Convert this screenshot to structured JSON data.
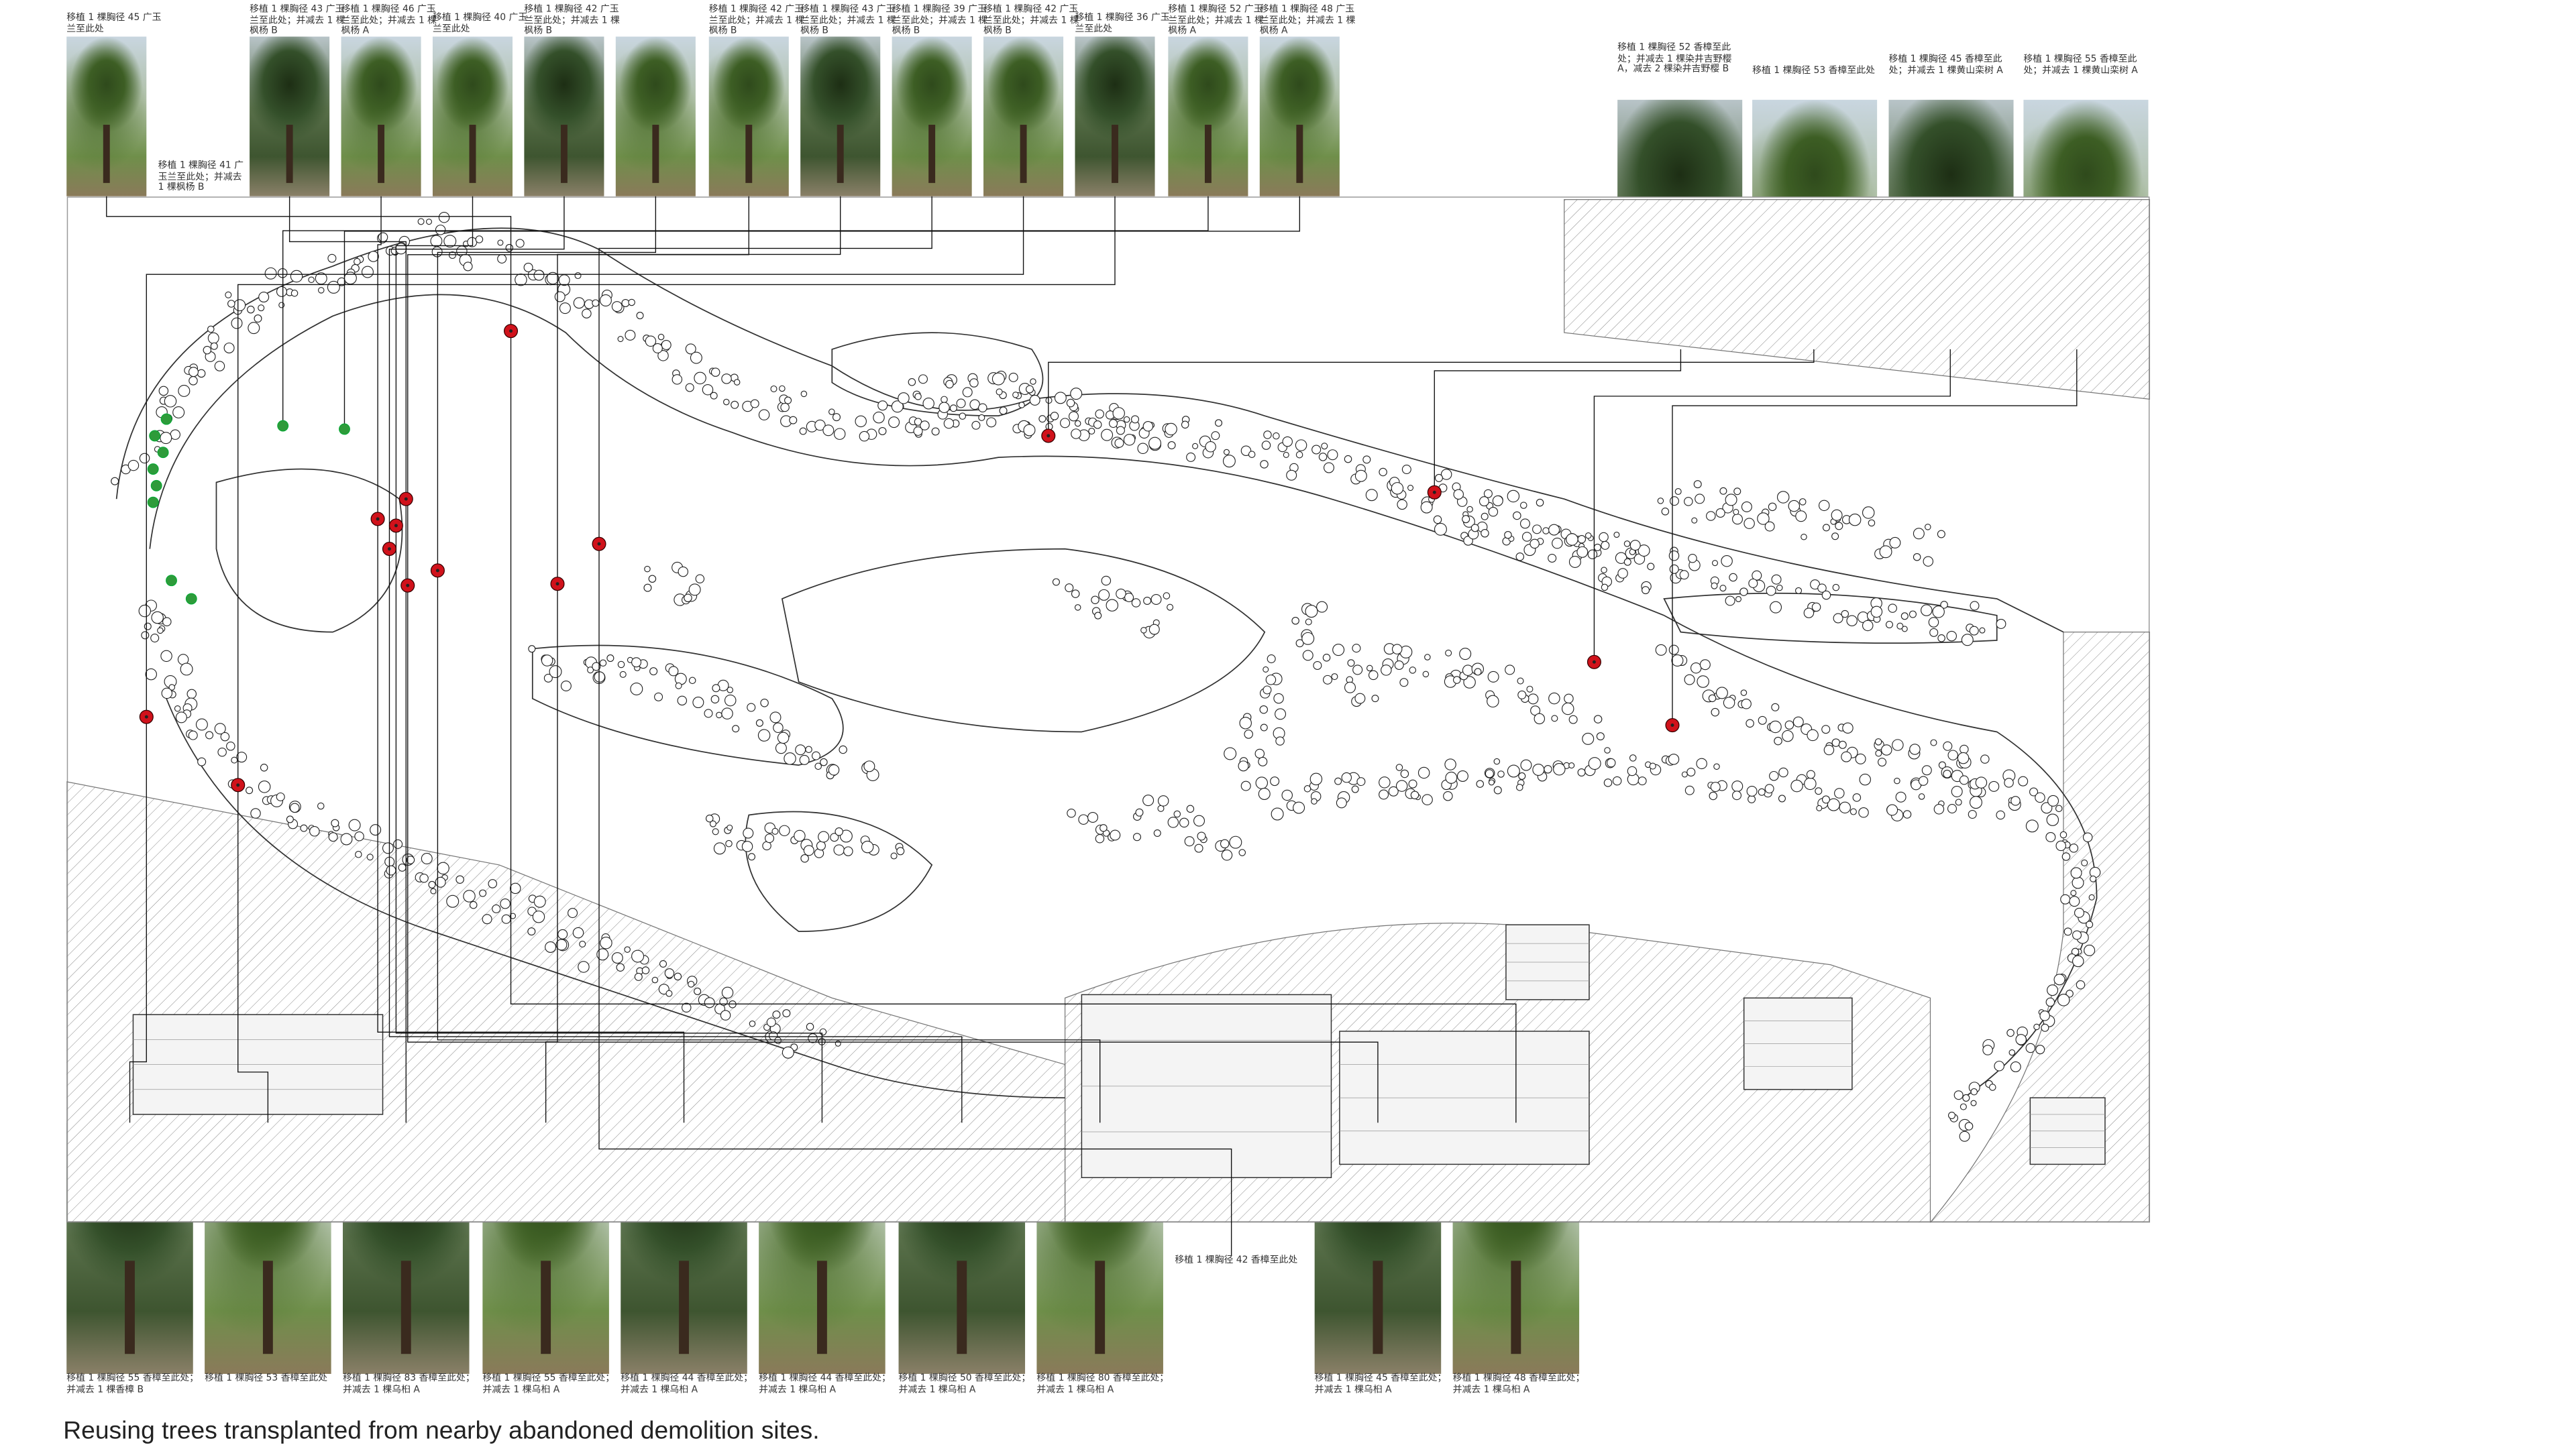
{
  "top_photos": [
    {
      "caption": "移植 1 棵胸径 45 广玉兰至此处"
    },
    {
      "caption": "移植 1 棵胸径 43 广玉兰至此处；并减去 1 棵枫杨 B"
    },
    {
      "caption": "移植 1 棵胸径 46 广玉兰至此处；并减去 1 棵枫杨 A"
    },
    {
      "caption": "移植 1 棵胸径 40 广玉兰至此处"
    },
    {
      "caption": "移植 1 棵胸径 42 广玉兰至此处；并减去 1 棵枫杨 B"
    },
    {
      "caption": ""
    },
    {
      "caption": "移植 1 棵胸径 42 广玉兰至此处；并减去 1 棵枫杨 B"
    },
    {
      "caption": "移植 1 棵胸径 43 广玉兰至此处；并减去 1 棵枫杨 B"
    },
    {
      "caption": "移植 1 棵胸径 39 广玉兰至此处；并减去 1 棵枫杨 B"
    },
    {
      "caption": "移植 1 棵胸径 42 广玉兰至此处；并减去 1 棵枫杨 B"
    },
    {
      "caption": "移植 1 棵胸径 36 广玉兰至此处"
    },
    {
      "caption": "移植 1 棵胸径 52 广玉兰至此处；并减去 1 棵枫杨 A"
    },
    {
      "caption": "移植 1 棵胸径 48 广玉兰至此处；并减去 1 棵枫杨 A"
    }
  ],
  "left_note": "移植 1 棵胸径 41 广玉兰至此处；并减去 1 棵枫杨 B",
  "right_photos": [
    {
      "caption": "移植 1 棵胸径 52 香樟至此处；并减去 1 棵染井吉野樱 A，减去 2 棵染井吉野樱 B"
    },
    {
      "caption": "移植 1 棵胸径 53 香樟至此处"
    },
    {
      "caption": "移植 1 棵胸径 45 香樟至此处；并减去 1 棵黄山栾树 A"
    },
    {
      "caption": "移植 1 棵胸径 55 香樟至此处；并减去 1 棵黄山栾树 A"
    }
  ],
  "bottom_photos": [
    {
      "caption": "移植 1 棵胸径 55 香樟至此处；并减去 1 棵香樟 B"
    },
    {
      "caption": "移植 1 棵胸径 53 香樟至此处"
    },
    {
      "caption": "移植 1 棵胸径 83 香樟至此处；并减去 1 棵乌桕 A"
    },
    {
      "caption": "移植 1 棵胸径 55 香樟至此处；并减去 1 棵乌桕 A"
    },
    {
      "caption": "移植 1 棵胸径 44 香樟至此处；并减去 1 棵乌桕 A"
    },
    {
      "caption": "移植 1 棵胸径 44 香樟至此处；并减去 1 棵乌桕 A"
    },
    {
      "caption": "移植 1 棵胸径 50 香樟至此处；并减去 1 棵乌桕 A"
    },
    {
      "caption": "移植 1 棵胸径 80 香樟至此处；并减去 1 棵乌桕 A"
    },
    {
      "caption": "移植 1 棵胸径 45 香樟至此处；并减去 1 棵乌桕 A"
    },
    {
      "caption": "移植 1 棵胸径 48 香樟至此处；并减去 1 棵乌桕 A"
    }
  ],
  "plan_note": "移植 1 棵胸径 42 香樟至此处",
  "footer_caption": "Reusing trees transplanted from nearby abandoned demolition sites.",
  "colors": {
    "transplant_marker": "#d0121b",
    "magnolia_marker": "#2e9b3a",
    "linework": "#333333"
  }
}
